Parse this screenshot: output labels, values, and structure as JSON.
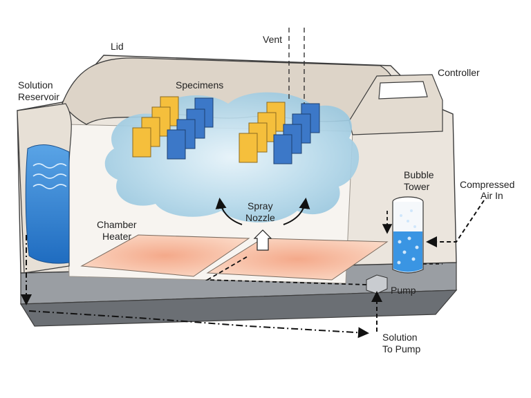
{
  "diagram": {
    "labels": {
      "lid": "Lid",
      "vent": "Vent",
      "controller": "Controller",
      "solution_reservoir_line1": "Solution",
      "solution_reservoir_line2": "Reservoir",
      "specimens": "Specimens",
      "bubble_tower_line1": "Bubble",
      "bubble_tower_line2": "Tower",
      "compressed_air_line1": "Compressed",
      "compressed_air_line2": "Air In",
      "spray_nozzle_line1": "Spray",
      "spray_nozzle_line2": "Nozzle",
      "chamber_heater_line1": "Chamber",
      "chamber_heater_line2": "Heater",
      "pump": "Pump",
      "solution_to_pump_line1": "Solution",
      "solution_to_pump_line2": "To Pump"
    },
    "colors": {
      "shell": "#eae4dc",
      "shell_shadow": "#d9d0c4",
      "base": "#8f9397",
      "base_dark": "#5d6166",
      "reservoir_water": "#2b7fd0",
      "mist": "#b9dbec",
      "heater": "#f7c3a7",
      "specimen_yellow": "#f5bf3c",
      "specimen_blue": "#3c78c8",
      "bubble_liquid": "#3a95e3"
    }
  }
}
